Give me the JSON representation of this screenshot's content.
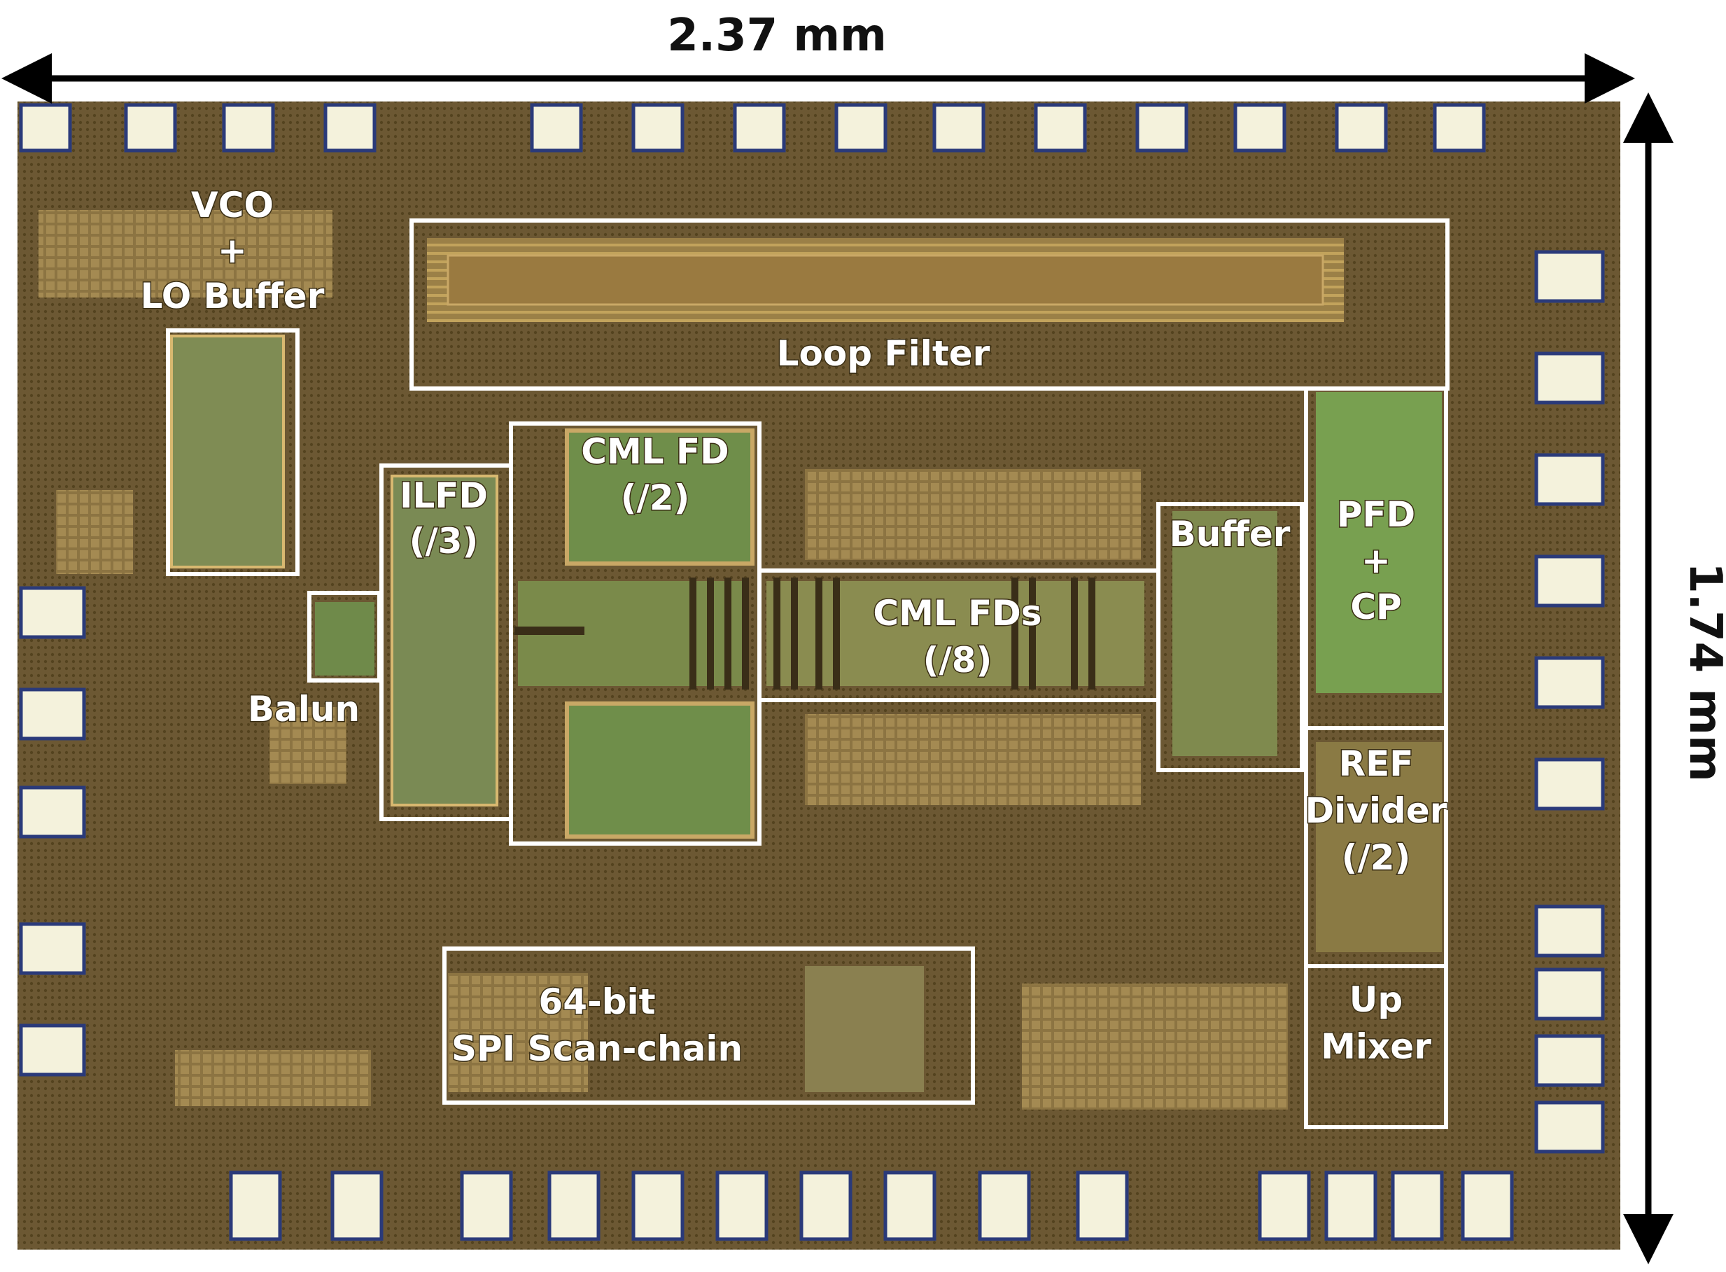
{
  "dimensions": {
    "width": "2.37 mm",
    "height": "1.74 mm"
  },
  "blocks": {
    "vco": [
      "VCO",
      "+",
      "LO Buffer"
    ],
    "loop_filter": [
      "Loop Filter"
    ],
    "ilfd": [
      "ILFD",
      "(/3)"
    ],
    "cml_fd": [
      "CML FD",
      "(/2)"
    ],
    "buffer": [
      "Buffer"
    ],
    "pfd_cp": [
      "PFD",
      "+",
      "CP"
    ],
    "balun": [
      "Balun"
    ],
    "cml_fds": [
      "CML FDs",
      "(/8)"
    ],
    "ref_divider": [
      "REF",
      "Divider",
      "(/2)"
    ],
    "spi": [
      "64-bit",
      "SPI Scan-chain"
    ],
    "up_mixer": [
      "Up",
      "Mixer"
    ]
  },
  "colors": {
    "die": "#6e5a34",
    "metal": "#9a7f48",
    "pad": "#f4f2dc",
    "pad_edge": "#2a3a7a",
    "green_region": "#6f8e4a",
    "box": "#ffffff"
  }
}
